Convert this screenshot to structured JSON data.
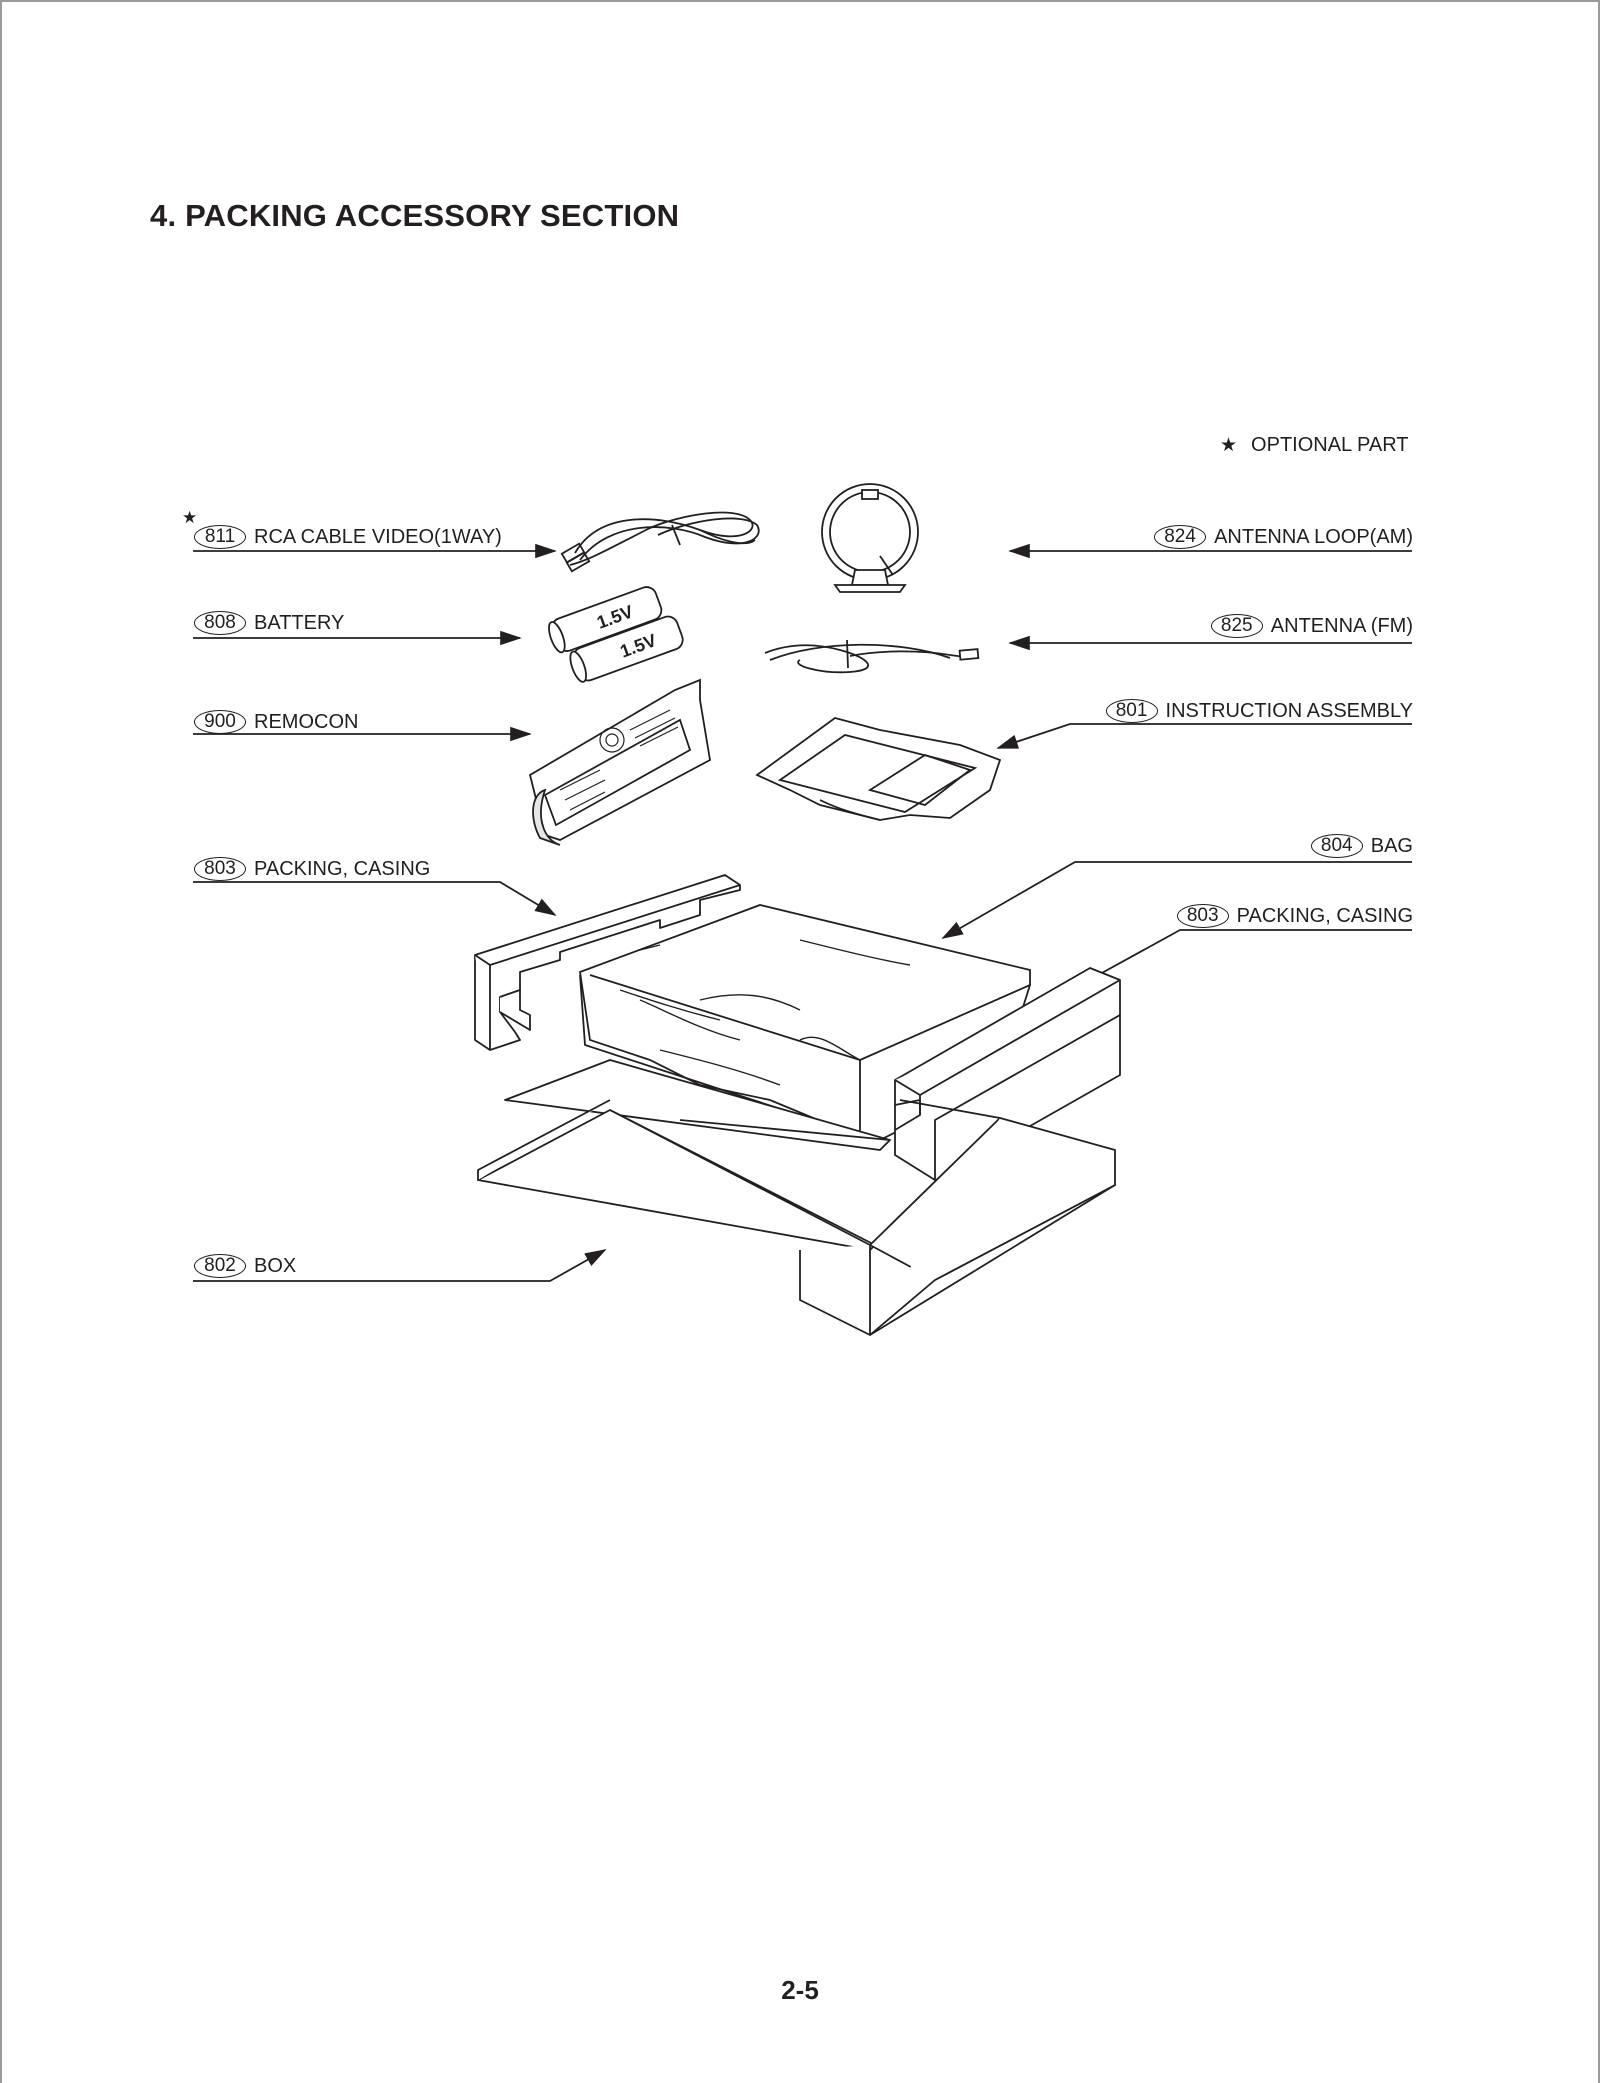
{
  "title": "4. PACKING ACCESSORY SECTION",
  "legend": {
    "symbol": "★",
    "text": "OPTIONAL PART"
  },
  "parts": {
    "rca_cable": {
      "num": "811",
      "name": "RCA CABLE VIDEO(1WAY)",
      "optional_mark": "★"
    },
    "battery": {
      "num": "808",
      "name": "BATTERY"
    },
    "remocon": {
      "num": "900",
      "name": "REMOCON"
    },
    "casing_left": {
      "num": "803",
      "name": "PACKING, CASING"
    },
    "box": {
      "num": "802",
      "name": "BOX"
    },
    "antenna_loop": {
      "num": "824",
      "name": "ANTENNA LOOP(AM)"
    },
    "antenna_fm": {
      "num": "825",
      "name": "ANTENNA (FM)"
    },
    "instruction": {
      "num": "801",
      "name": "INSTRUCTION ASSEMBLY"
    },
    "bag": {
      "num": "804",
      "name": "BAG"
    },
    "casing_right": {
      "num": "803",
      "name": "PACKING, CASING"
    }
  },
  "battery_print": [
    "1.5V",
    "1.5V"
  ],
  "page_number": "2-5"
}
